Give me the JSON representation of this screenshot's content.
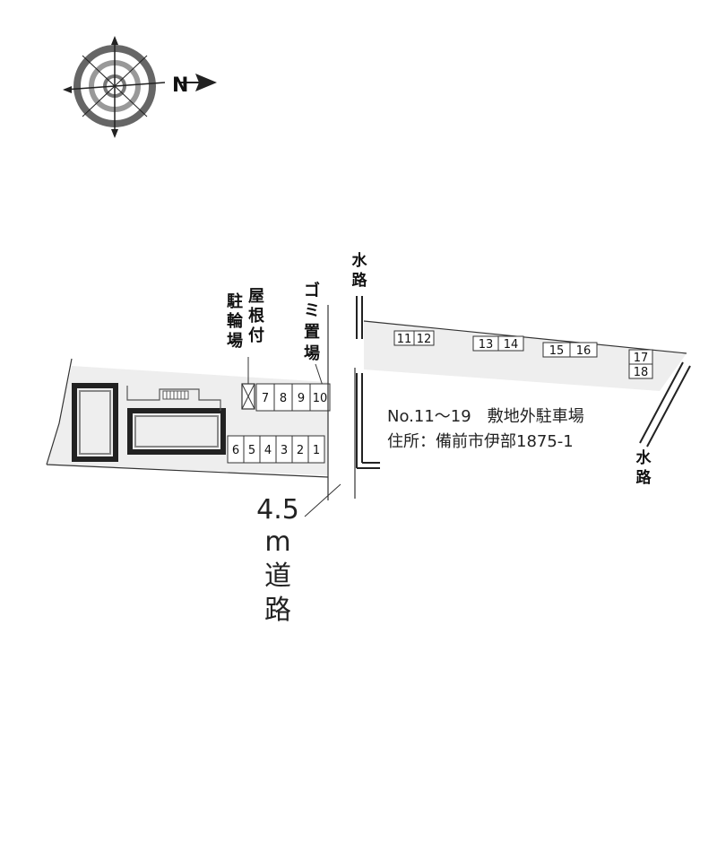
{
  "compass": {
    "north_label": "N",
    "icon": "compass-rose-icon"
  },
  "labels": {
    "bike_parking": [
      "屋",
      "根",
      "付",
      "駐",
      "輪",
      "場"
    ],
    "garbage": [
      "ゴ",
      "ミ",
      "置",
      "場"
    ],
    "waterway_top": [
      "水",
      "路"
    ],
    "waterway_right": [
      "水",
      "路"
    ],
    "road_width": "4.5",
    "road_unit": [
      "m",
      "道",
      "路"
    ],
    "offsite_parking": "No.11～19　敷地外駐車場",
    "address": "住所：備前市伊部1875-1"
  },
  "onsite_spaces_top": [
    "7",
    "8",
    "9",
    "10"
  ],
  "onsite_spaces_bottom": [
    "6",
    "5",
    "4",
    "3",
    "2",
    "1"
  ],
  "offsite_spaces": [
    [
      "11",
      "12"
    ],
    [
      "13",
      "14"
    ],
    [
      "15",
      "16"
    ],
    [
      "17",
      "18"
    ]
  ],
  "colors": {
    "lot_fill": "#eeeeee",
    "line": "#333333",
    "wall": "#222222"
  }
}
